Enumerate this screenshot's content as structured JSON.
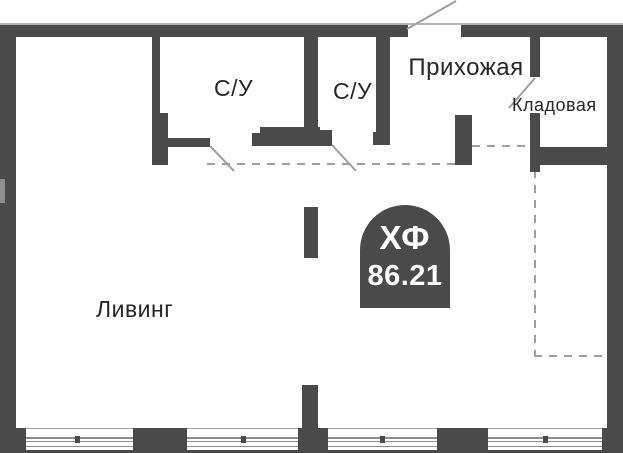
{
  "floorplan": {
    "labels": {
      "hallway": "Прихожая",
      "storage": "Кладовая",
      "bathroom_1": "С/У",
      "bathroom_2": "С/У",
      "living": "Ливинг"
    },
    "area_badge": {
      "type_code": "ХФ",
      "area": "86.21"
    },
    "colors": {
      "wall": "#4a4a4a",
      "line": "#9e9e9e",
      "glass": "#8c8c8c",
      "text": "#262626",
      "badge_background": "#4a4a4a",
      "badge_text": "#ffffff",
      "background": "#ffffff"
    }
  }
}
